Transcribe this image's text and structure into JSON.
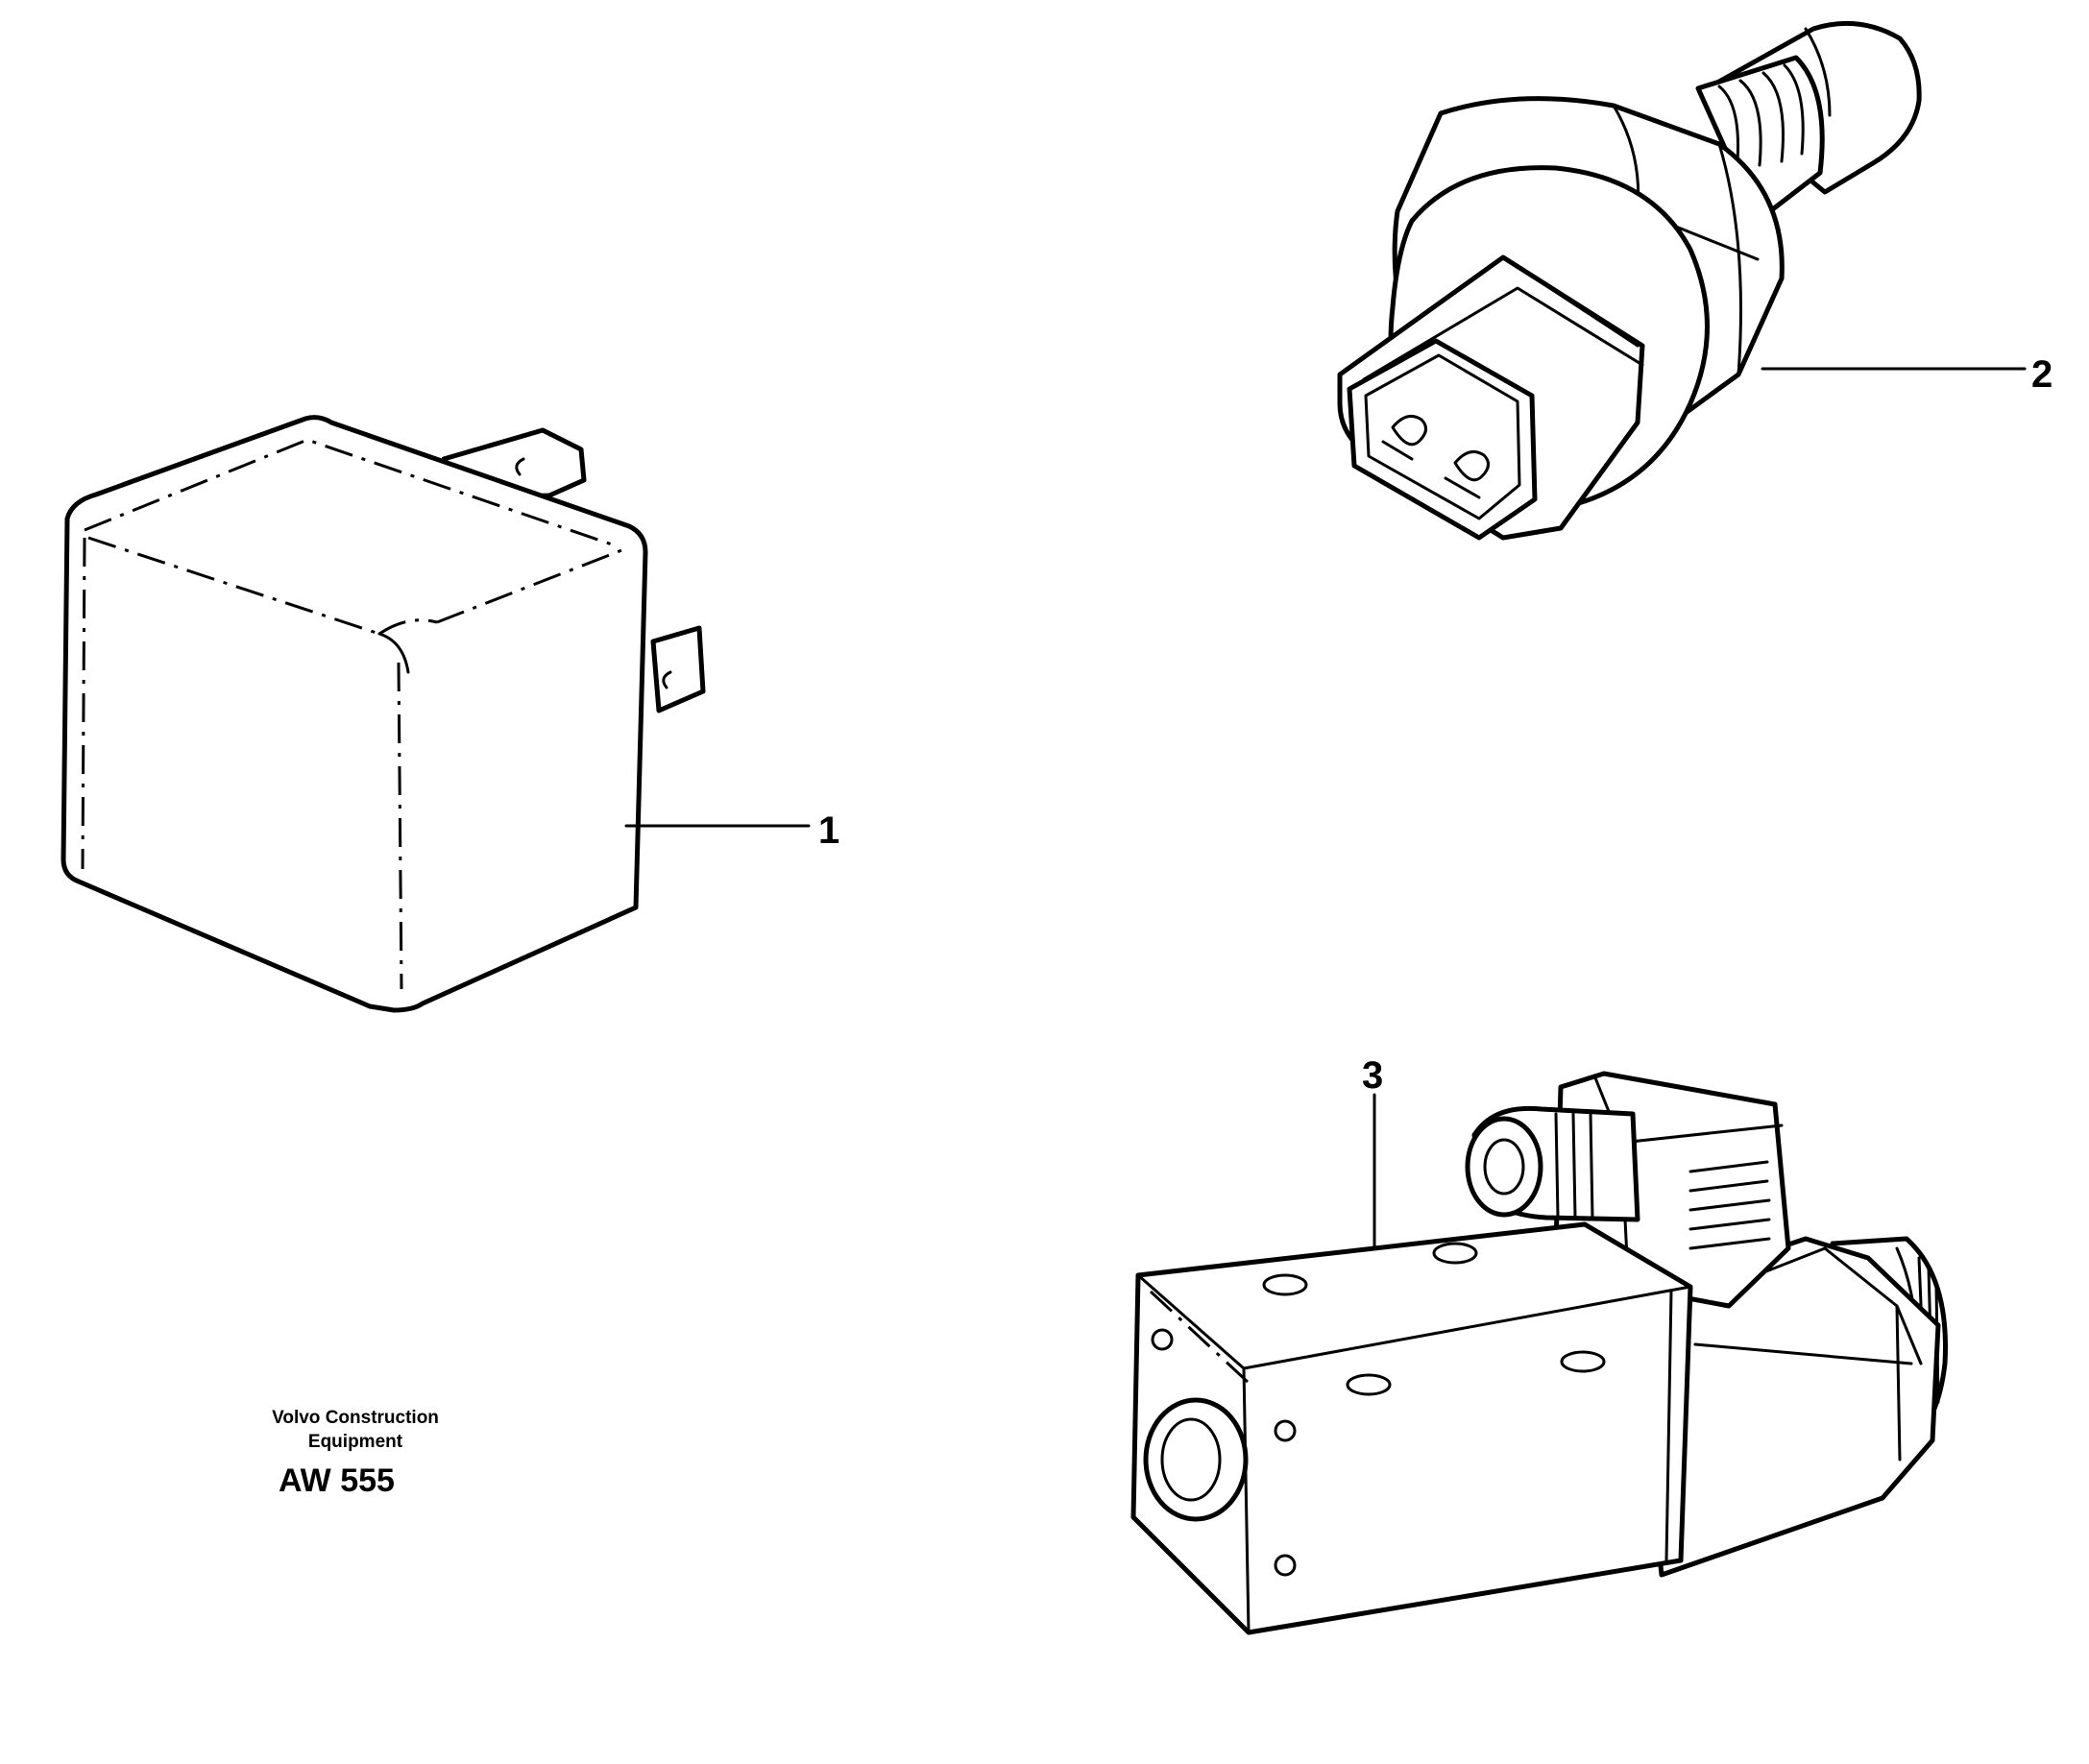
{
  "callouts": {
    "item_1": "1",
    "item_2": "2",
    "item_3": "3"
  },
  "caption": {
    "line1": "Volvo Construction",
    "line2": "Equipment",
    "code": "AW 555"
  },
  "parts": [
    {
      "callout": "1",
      "depicts": "relay-box"
    },
    {
      "callout": "2",
      "depicts": "pressure-switch"
    },
    {
      "callout": "3",
      "depicts": "solenoid-valve"
    }
  ]
}
